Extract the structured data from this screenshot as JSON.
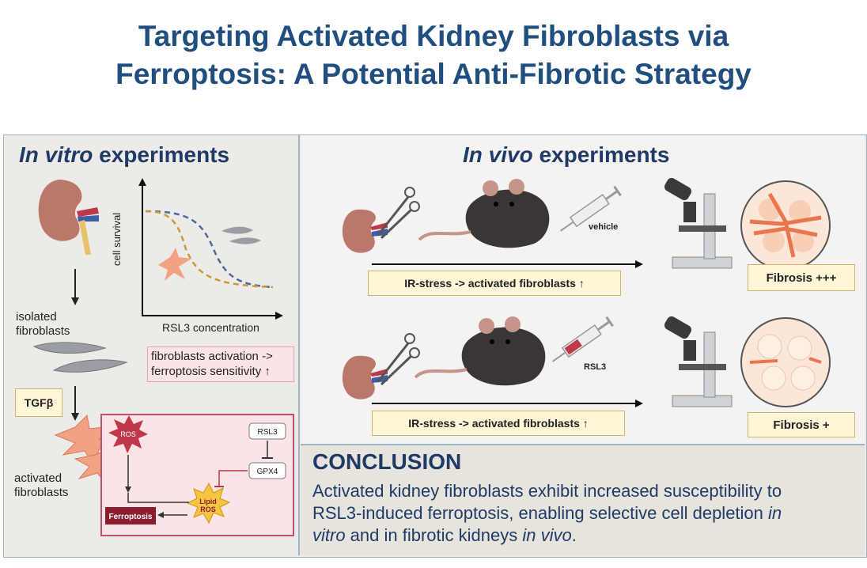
{
  "title": {
    "line1": "Targeting Activated Kidney Fibroblasts via",
    "line2": "Ferroptosis: A Potential Anti-Fibrotic Strategy"
  },
  "in_vitro": {
    "heading_italic": "In vitro",
    "heading_rest": " experiments",
    "isolated_label_1": "isolated",
    "isolated_label_2": "fibroblasts",
    "tgfb_label": "TGFβ",
    "activated_label_1": "activated",
    "activated_label_2": "fibroblasts",
    "graph_ylabel": "cell survival",
    "graph_xlabel": "RSL3 concentration",
    "sensitivity_box_1": "fibroblasts activation ->",
    "sensitivity_box_2": "ferroptosis sensitivity ↑",
    "mechanism": {
      "ros": "ROS",
      "rsl3": "RSL3",
      "gpx4": "GPX4",
      "lipid_ros_1": "Lipid",
      "lipid_ros_2": "ROS",
      "ferroptosis": "Ferroptosis"
    }
  },
  "in_vivo": {
    "heading_italic": "In vivo",
    "heading_rest": " experiments",
    "row1": {
      "treatment": "vehicle",
      "stress_label": "IR-stress -> activated fibroblasts ↑",
      "result": "Fibrosis +++"
    },
    "row2": {
      "treatment": "RSL3",
      "stress_label": "IR-stress -> activated fibroblasts ↑",
      "result": "Fibrosis +"
    }
  },
  "conclusion": {
    "heading": "CONCLUSION",
    "text_1": "Activated kidney fibroblasts exhibit increased susceptibility to",
    "text_2": "RSL3-induced ferroptosis, enabling selective cell depletion ",
    "text_2_italic": "in",
    "text_3_italic": "vitro",
    "text_3": " and in fibrotic kidneys ",
    "text_3_italic2": "in vivo",
    "text_3_end": "."
  },
  "colors": {
    "title_blue": "#1f4e7f",
    "heading_blue": "#1f3a66",
    "kidney": "#b9786a",
    "fibroblast_activated": "#f0a283",
    "ros_red": "#c0394b",
    "lipid_ros_yellow": "#f5c542",
    "ferroptosis_box": "#8b1c2b"
  }
}
